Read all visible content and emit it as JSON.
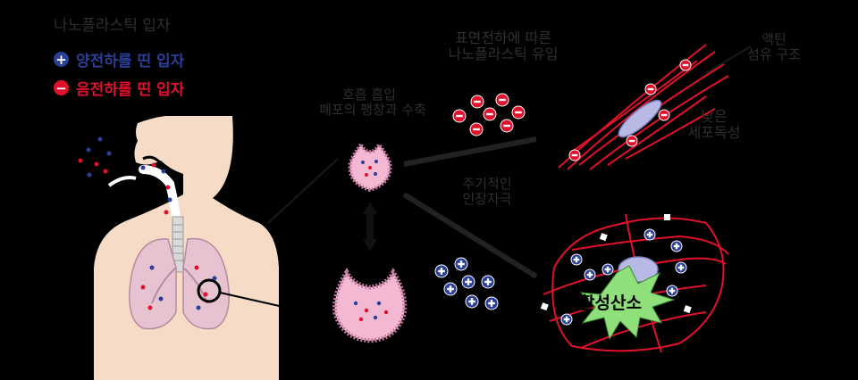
{
  "legend": {
    "title": "나노플라스틱 입자",
    "positive": {
      "symbol": "+",
      "label": "양전하를 띤 입자",
      "color": "#2b3f97"
    },
    "negative": {
      "symbol": "−",
      "label": "음전하를 띤 입자",
      "color": "#e0112b"
    }
  },
  "labels": {
    "inhale": [
      "호흡 흡입",
      "폐포의 팽창과 수축"
    ],
    "charge_uptake": [
      "표면전하에 따른",
      "나노플라스틱 유입"
    ],
    "actin": [
      "액틴",
      "섬유 구조"
    ],
    "low_tox": [
      "낮은",
      "세포독성"
    ],
    "periodic": [
      "주기적인",
      "인장자극"
    ],
    "ros": "활성산소"
  },
  "colors": {
    "skin": "#f6dcc6",
    "lung": "#e7c3d2",
    "alveolus": "#f3b9d2",
    "fiber": "#e0112b",
    "nucleus": "#b9b9e6",
    "burst": "#8fe07a"
  }
}
